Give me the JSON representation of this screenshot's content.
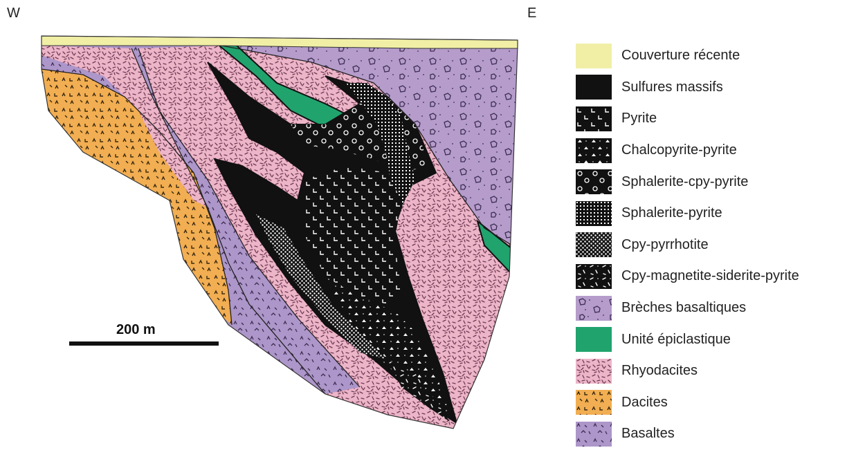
{
  "orientation": {
    "west": "W",
    "east": "E"
  },
  "scale_bar": {
    "label": "200 m"
  },
  "colors": {
    "couverture": "#f1efa6",
    "sulfures": "#111111",
    "breches": "#b59ccb",
    "epiclastique": "#21a36e",
    "rhyodacites": "#edb5c8",
    "dacites": "#f2ae52",
    "basaltes": "#ad96c9"
  },
  "legend": [
    {
      "id": "couverture",
      "label": "Couverture récente",
      "pattern": "p-couverture"
    },
    {
      "id": "sulfures",
      "label": "Sulfures massifs",
      "pattern": "p-sulfures"
    },
    {
      "id": "pyrite",
      "label": "Pyrite",
      "pattern": "p-pyrite"
    },
    {
      "id": "chalco",
      "label": "Chalcopyrite-pyrite",
      "pattern": "p-chalco"
    },
    {
      "id": "sphal-cpy",
      "label": "Sphalerite-cpy-pyrite",
      "pattern": "p-sphcpy"
    },
    {
      "id": "sphal",
      "label": "Sphalerite-pyrite",
      "pattern": "p-sphpy"
    },
    {
      "id": "cpy-pyrr",
      "label": "Cpy-pyrrhotite",
      "pattern": "p-cpypyrr"
    },
    {
      "id": "cpy-mag",
      "label": "Cpy-magnetite-siderite-pyrite",
      "pattern": "p-cpymag"
    },
    {
      "id": "breches",
      "label": "Brèches basaltiques",
      "pattern": "p-breches"
    },
    {
      "id": "epiclastique",
      "label": "Unité épiclastique",
      "pattern": "p-epi"
    },
    {
      "id": "rhyodacites",
      "label": "Rhyodacites",
      "pattern": "p-rhyo"
    },
    {
      "id": "dacites",
      "label": "Dacites",
      "pattern": "p-dacites"
    },
    {
      "id": "basaltes",
      "label": "Basaltes",
      "pattern": "p-basaltes"
    }
  ]
}
